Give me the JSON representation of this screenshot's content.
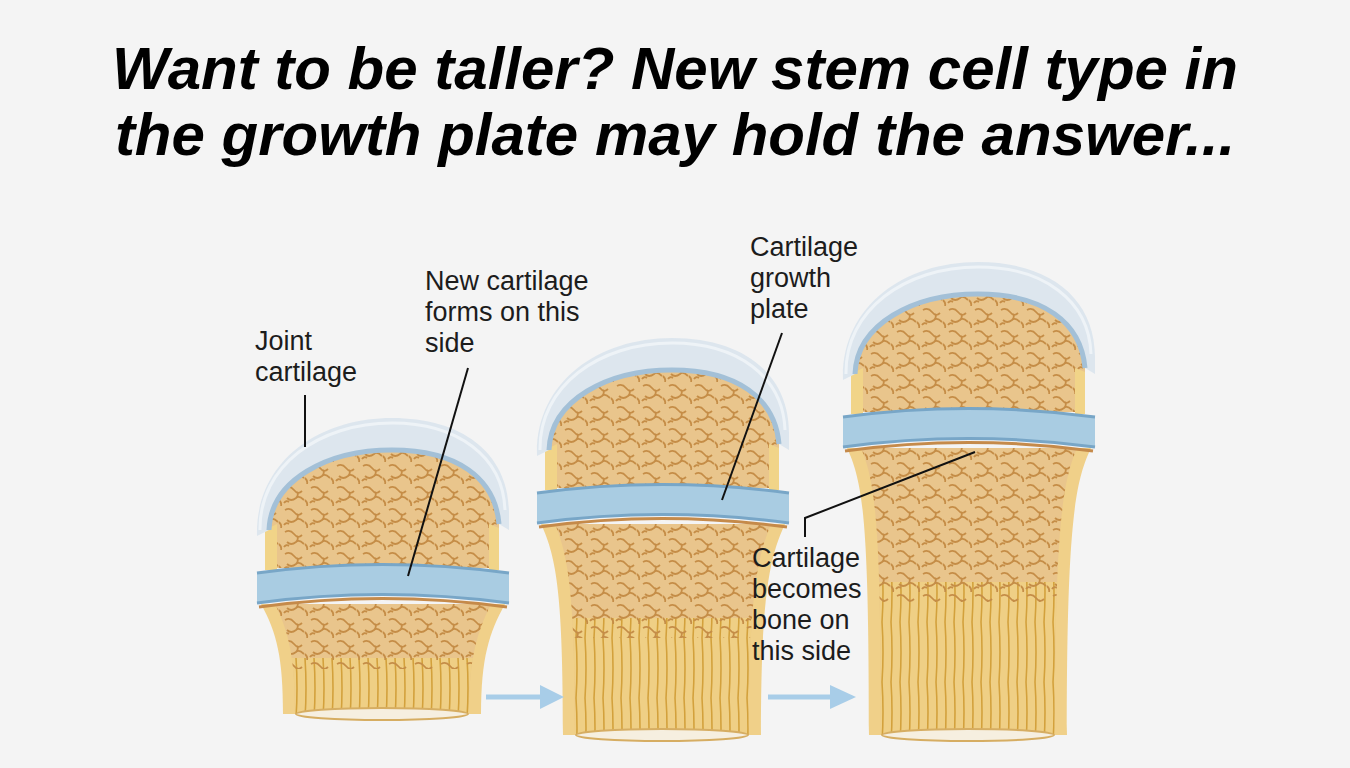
{
  "diagram": {
    "title": "Want to be taller? New stem cell type in the growth plate may hold the answer...",
    "labels": [
      "Joint cartilage",
      "New cartilage forms on this side",
      "Cartilage growth plate",
      "Cartilage becomes bone on this side"
    ]
  }
}
